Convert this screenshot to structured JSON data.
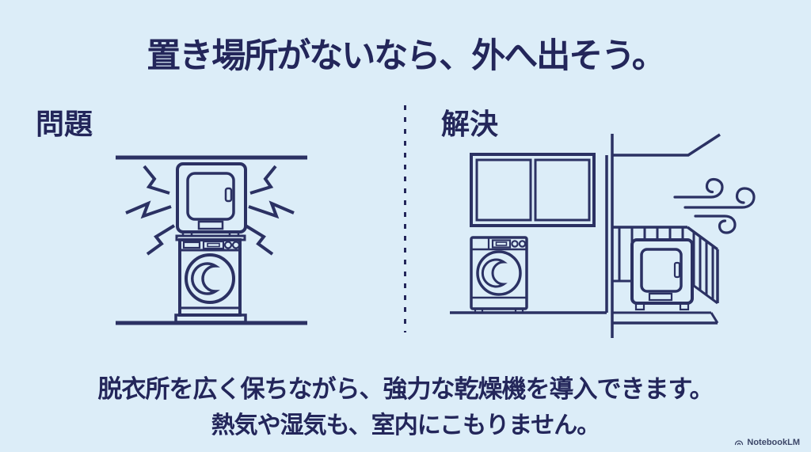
{
  "theme": {
    "background-color": "#dcedf8",
    "ink-color": "#23265a",
    "line-color": "#2b3163",
    "watermark-color": "#3c4668"
  },
  "title": "置き場所がないなら、外へ出そう。",
  "panels": {
    "problem": {
      "label": "問題",
      "icons": [
        "vibration-zigzag-icon"
      ]
    },
    "solution": {
      "label": "解決",
      "icons": [
        "wind-breeze-icon"
      ]
    }
  },
  "footer": {
    "line1": "脱衣所を広く保ちながら、強力な乾燥機を導入できます。",
    "line2": "熱気や湿気も、室内にこもりません。"
  },
  "watermark": {
    "brand": "NotebookLM",
    "icon": "notebooklm-logo-icon"
  }
}
